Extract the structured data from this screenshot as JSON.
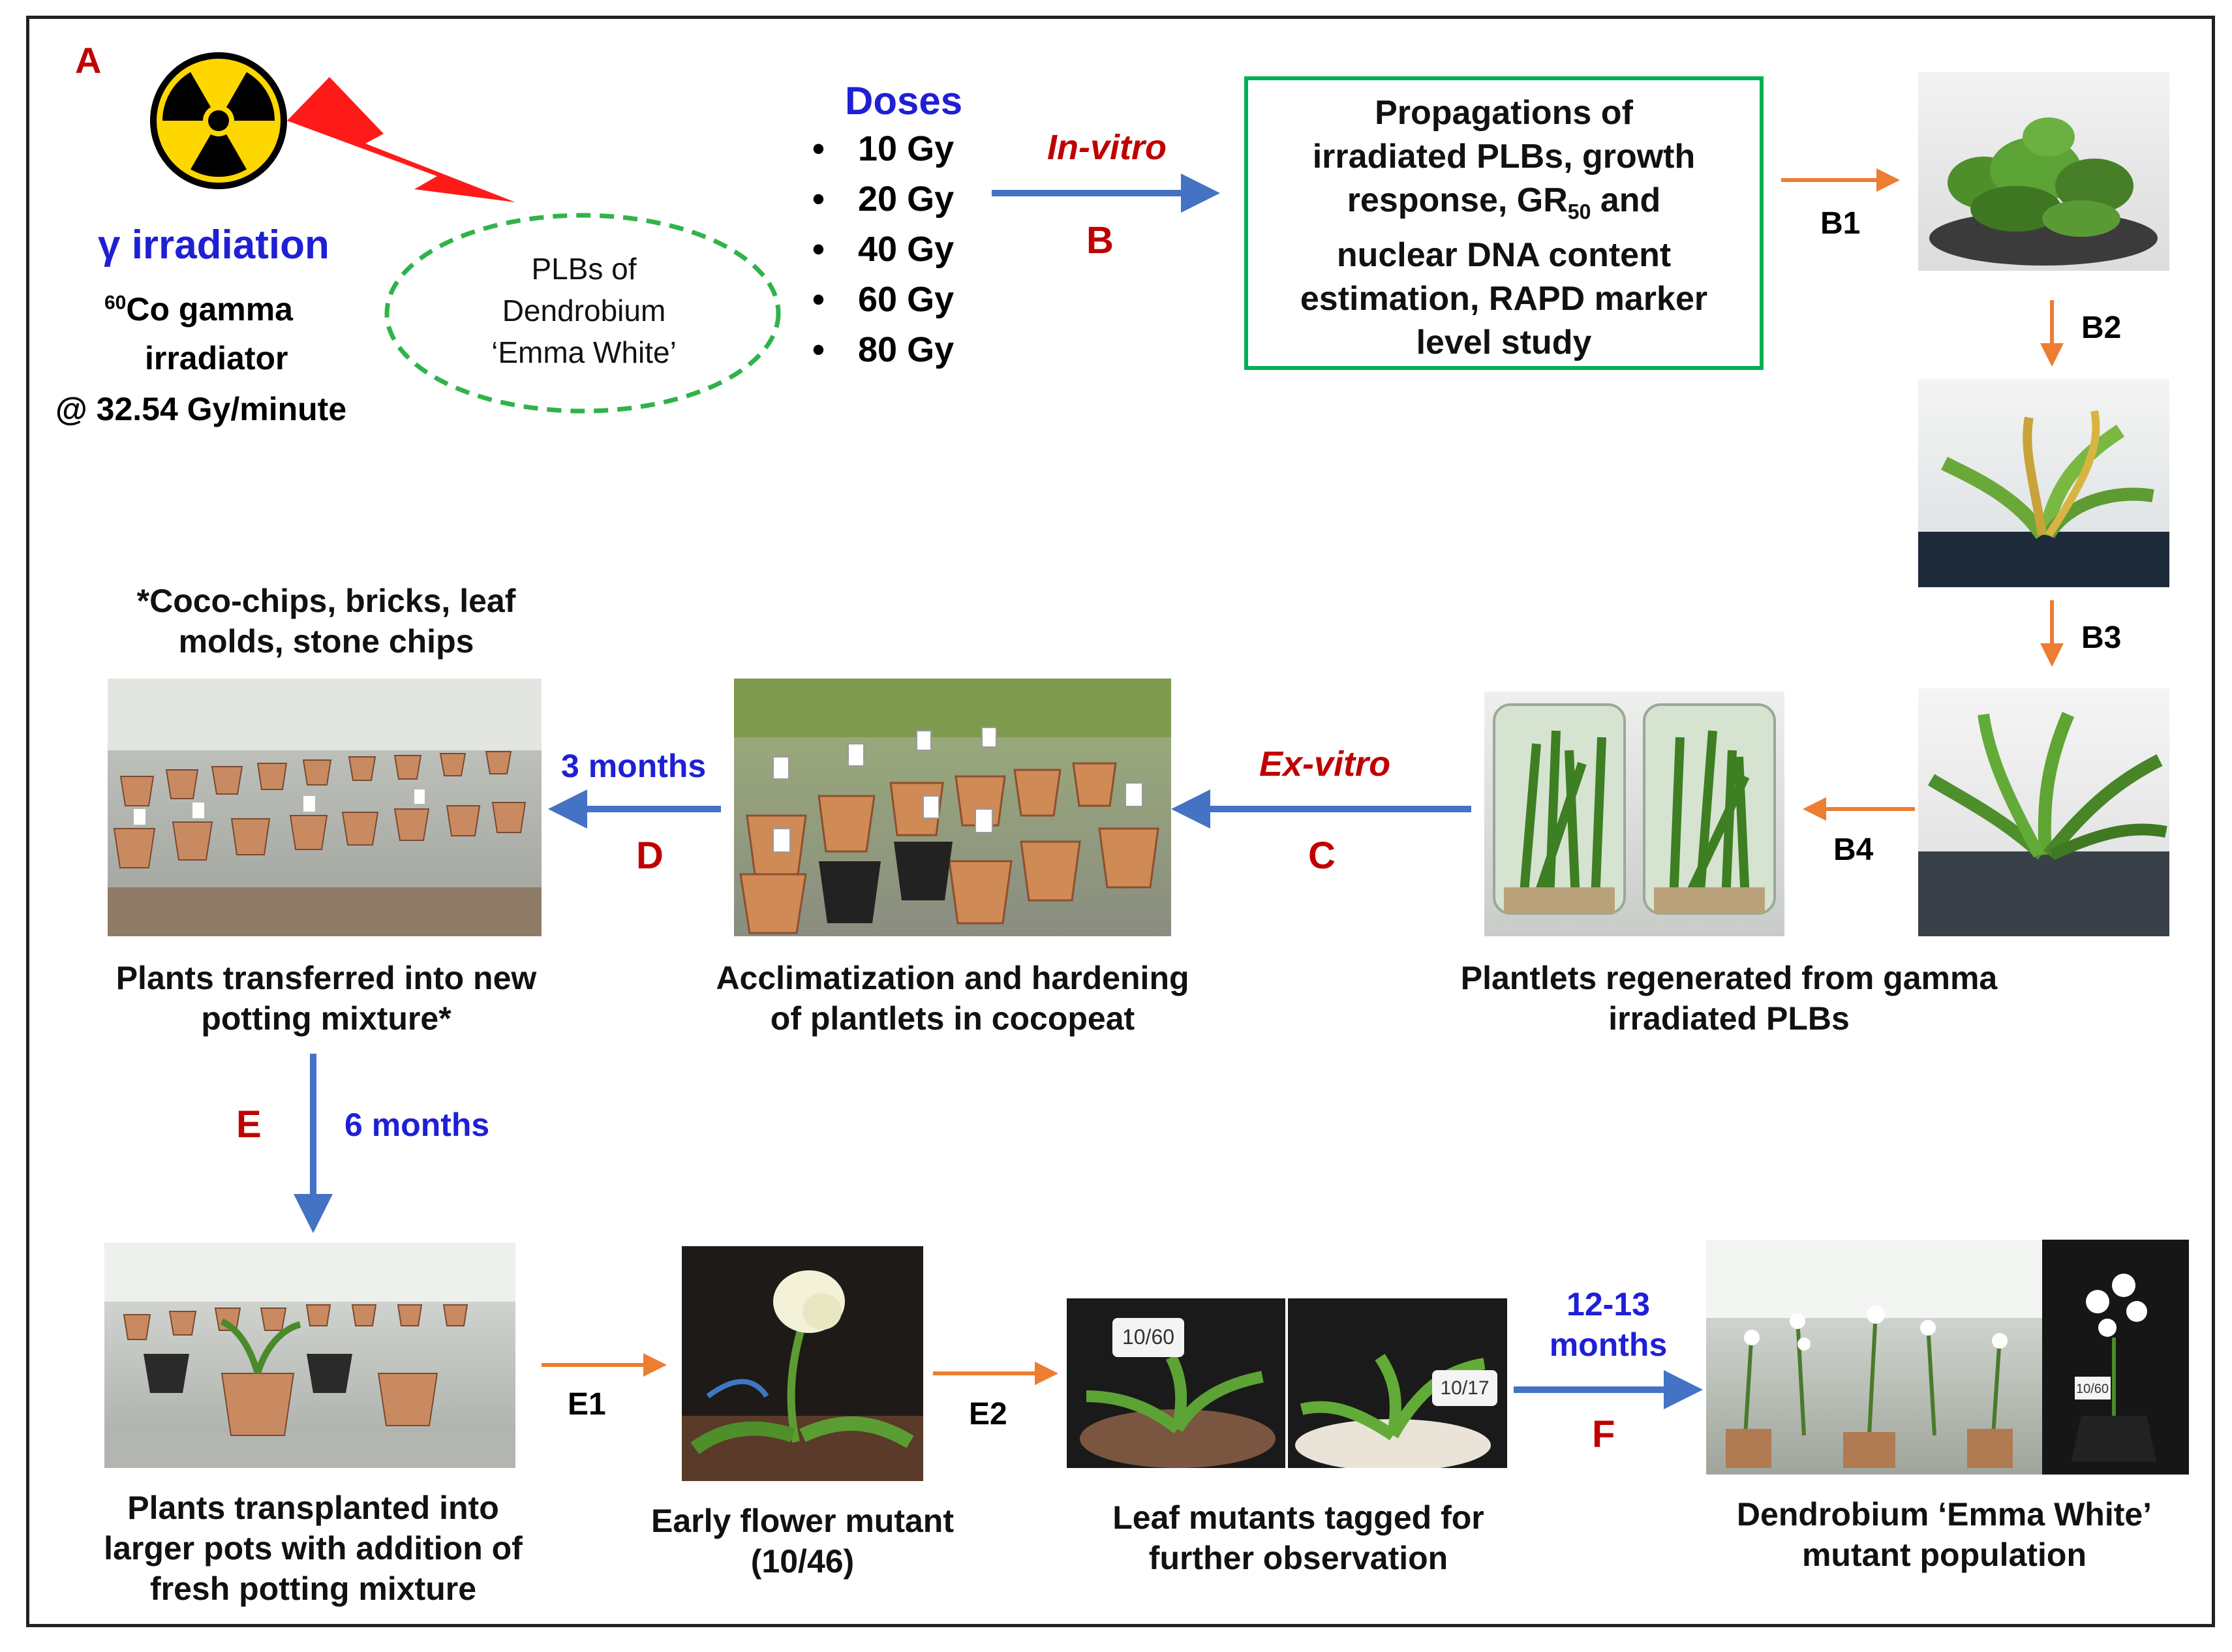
{
  "labels": {
    "A": "A",
    "B": "B",
    "B1": "B1",
    "B2": "B2",
    "B3": "B3",
    "B4": "B4",
    "C": "C",
    "D": "D",
    "E": "E",
    "E1": "E1",
    "E2": "E2",
    "F": "F"
  },
  "irradiation": {
    "title": "γ irradiation",
    "line1_sup": "60",
    "line1": "Co gamma",
    "line2": "irradiator",
    "line3": "@ 32.54 Gy/minute"
  },
  "plbs": {
    "line1": "PLBs of",
    "line2": "Dendrobium",
    "line3": "‘Emma White’"
  },
  "doses": {
    "title": "Doses",
    "items": [
      "10 Gy",
      "20 Gy",
      "40 Gy",
      "60 Gy",
      "80 Gy"
    ]
  },
  "arrow_labels": {
    "in_vitro": "In-vitro",
    "ex_vitro": "Ex-vitro",
    "three_months": "3 months",
    "six_months": "6 months",
    "twelve_months_1": "12-13",
    "twelve_months_2": "months"
  },
  "study_box": {
    "line1": "Propagations of",
    "line2": "irradiated PLBs, growth",
    "line3_a": "response, GR",
    "line3_sub": "50",
    "line3_b": " and",
    "line4": "nuclear DNA content",
    "line5": "estimation, RAPD marker",
    "line6": "level study"
  },
  "captions": {
    "potting_note_1": "*Coco-chips, bricks, leaf",
    "potting_note_2": "molds, stone chips",
    "transferred_1": "Plants transferred into new",
    "transferred_2": "potting mixture*",
    "acclimatization_1": "Acclimatization and hardening",
    "acclimatization_2": "of plantlets in cocopeat",
    "regenerated_1": "Plantlets regenerated from gamma",
    "regenerated_2": "irradiated PLBs",
    "transplanted_1": "Plants transplanted into",
    "transplanted_2": "larger pots with addition of",
    "transplanted_3": "fresh potting mixture",
    "flower_1": "Early flower mutant",
    "flower_2": "(10/46)",
    "leaf_1": "Leaf mutants tagged for",
    "leaf_2": "further observation",
    "population_1": "Dendrobium ‘Emma White’",
    "population_2": "mutant population"
  },
  "tags": {
    "tag_a": "10/60",
    "tag_b": "10/17",
    "tag_c": "10/60"
  },
  "colors": {
    "label_red": "#c00000",
    "text_blue": "#1f1fd6",
    "arrow_blue": "#4472c4",
    "arrow_orange": "#ed7d31",
    "box_green": "#00b050",
    "ellipse_green": "#2fb34a",
    "bolt_red": "#ff1a1a",
    "radiation_yellow": "#ffd700"
  }
}
